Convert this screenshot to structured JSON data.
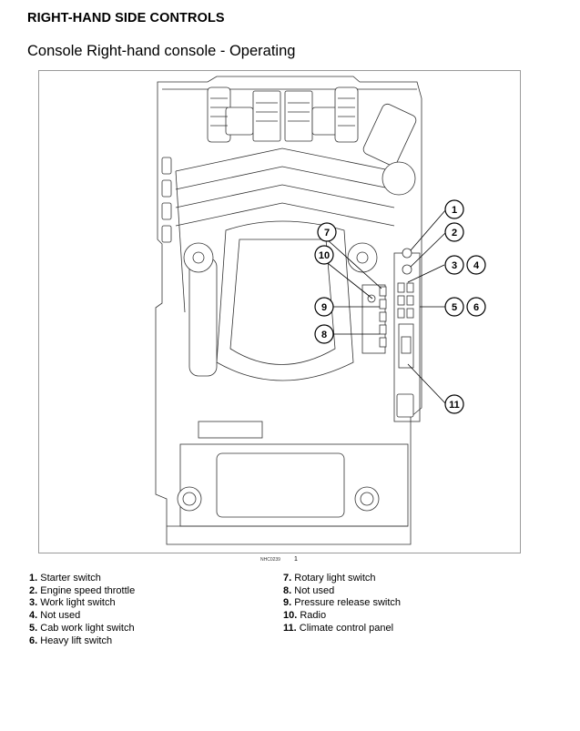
{
  "header": {
    "section_title": "RIGHT-HAND SIDE CONTROLS",
    "subtitle": "Console Right-hand console - Operating"
  },
  "figure": {
    "code": "NHC0239",
    "number": "1",
    "callouts": [
      "1",
      "2",
      "3",
      "4",
      "5",
      "6",
      "7",
      "8",
      "9",
      "10",
      "11"
    ]
  },
  "legend": {
    "left": [
      {
        "num": "1.",
        "label": "Starter switch"
      },
      {
        "num": "2.",
        "label": "Engine speed throttle"
      },
      {
        "num": "3.",
        "label": "Work light switch"
      },
      {
        "num": "4.",
        "label": "Not used"
      },
      {
        "num": "5.",
        "label": "Cab work light switch"
      },
      {
        "num": "6.",
        "label": "Heavy lift switch"
      }
    ],
    "right": [
      {
        "num": "7.",
        "label": "Rotary light switch"
      },
      {
        "num": "8.",
        "label": "Not used"
      },
      {
        "num": "9.",
        "label": "Pressure release switch"
      },
      {
        "num": "10.",
        "label": "Radio"
      },
      {
        "num": "11.",
        "label": "Climate control panel"
      }
    ]
  }
}
